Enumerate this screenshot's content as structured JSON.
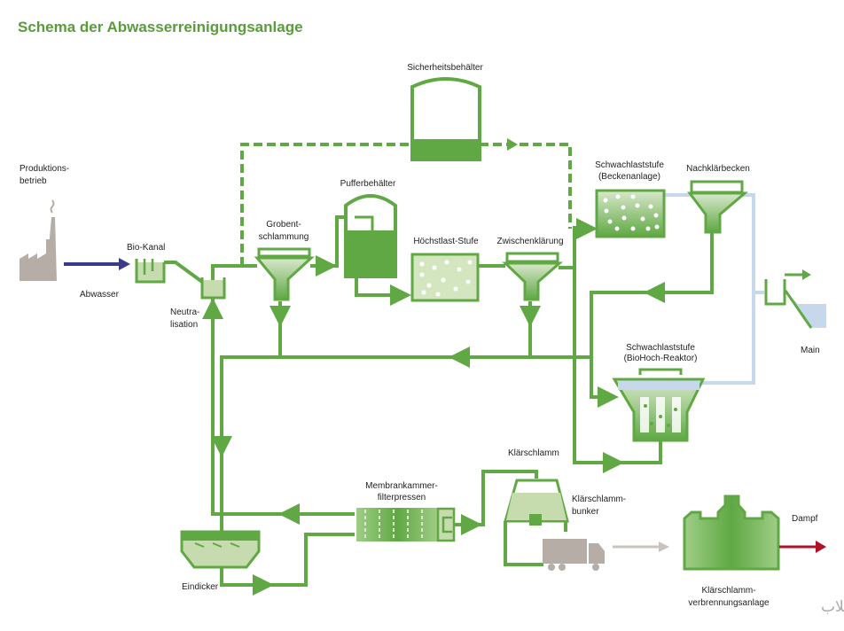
{
  "title": "Schema der Abwasserreinigungsanlage",
  "colors": {
    "accent": "#5fa843",
    "light": "#c6dcae",
    "title": "#5a9c3c",
    "wastewater": "#3a3a8a",
    "steam": "#b0102a",
    "grey": "#b5ada6",
    "clean_water": "#c8d8ec"
  },
  "labels": {
    "sicherheitsbehaelter": "Sicherheitsbehälter",
    "produktion": [
      "Produktions-",
      "betrieb"
    ],
    "abwasser": "Abwasser",
    "bio_kanal": "Bio-Kanal",
    "neutralisation": [
      "Neutra-",
      "lisation"
    ],
    "grobent": [
      "Grobent-",
      "schlammung"
    ],
    "puffer": "Pufferbehälter",
    "hoechstlast": "Höchstlast-Stufe",
    "zwischen": "Zwischenklärung",
    "schwach_becken": [
      "Schwachlaststufe",
      "(Beckenanlage)"
    ],
    "nachklaer": "Nachklärbecken",
    "main": "Main",
    "schwach_reaktor": [
      "Schwachlaststufe",
      "(BioHoch-Reaktor)"
    ],
    "klaerschlamm": "Klärschlamm",
    "membran": [
      "Membrankammer-",
      "filterpressen"
    ],
    "bunker": [
      "Klärschlamm-",
      "bunker"
    ],
    "dampf": "Dampf",
    "verbrennung": [
      "Klärschlamm-",
      "verbrennungsanlage"
    ],
    "eindicker": "Eindicker"
  },
  "watermark": "وبلاگ فرآیند های تصفیه آب و فاضلاب - عکس های آب و فاضلابی -فلودیاگرام های تصفیه و شبکه آب و فاضلاب"
}
